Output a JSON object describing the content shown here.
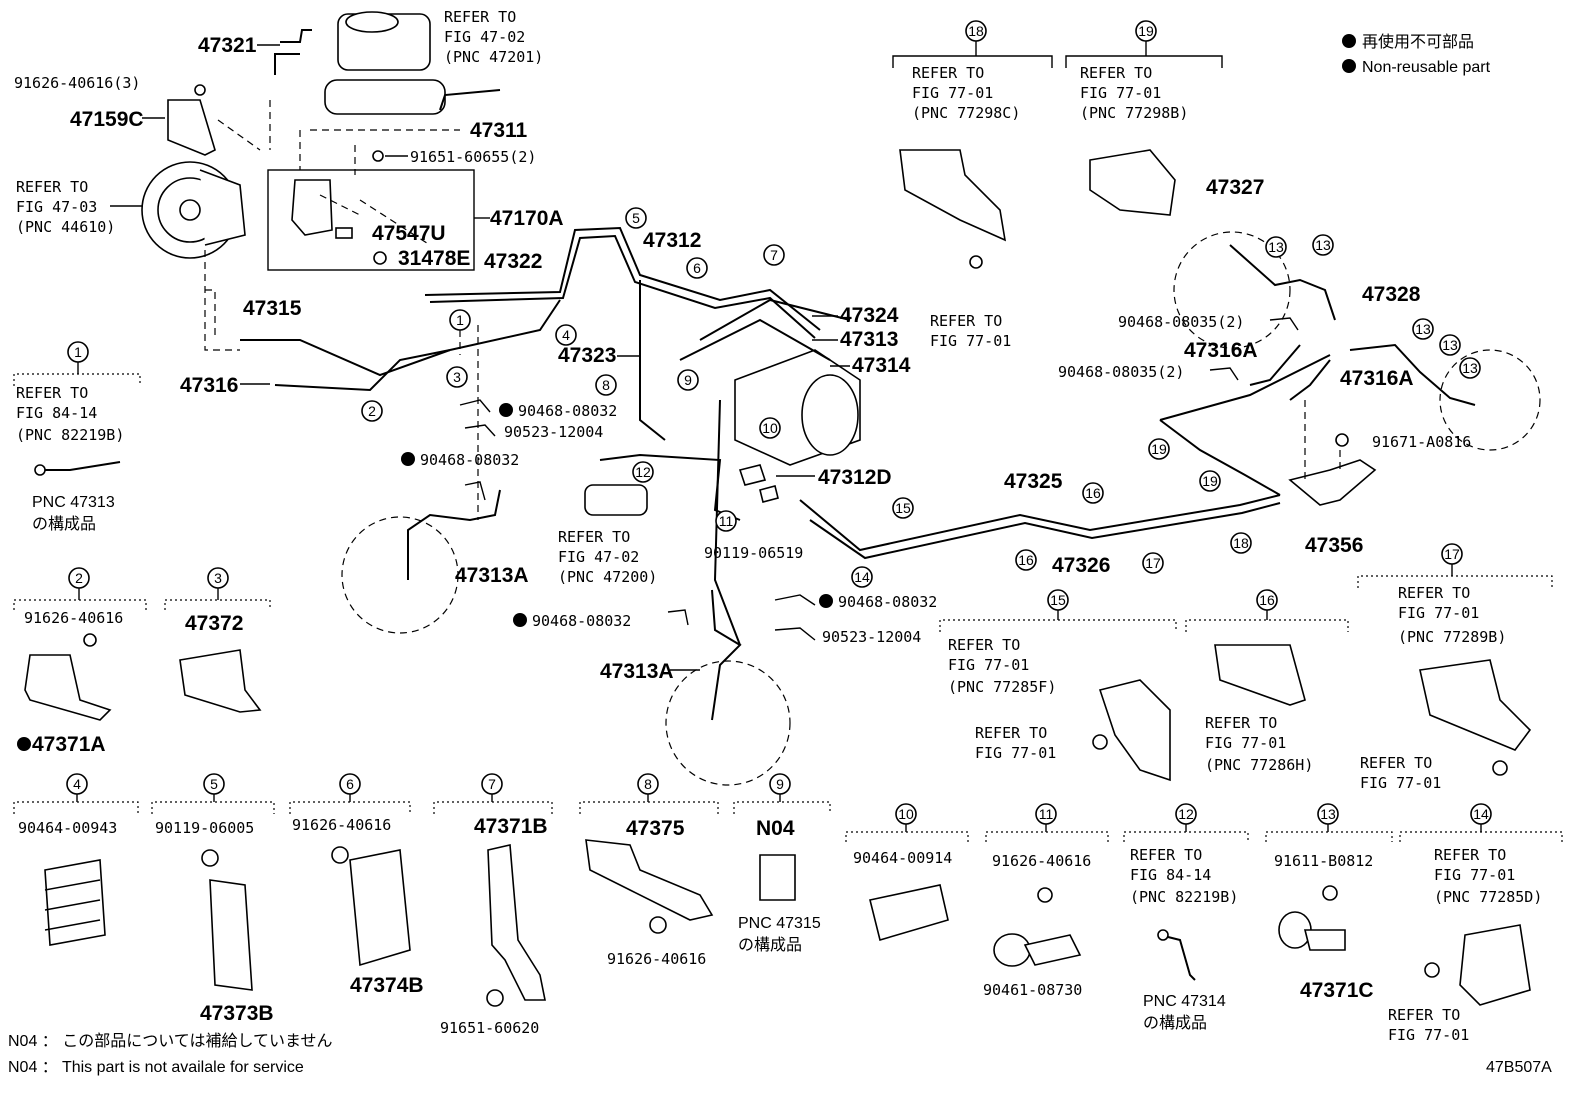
{
  "legend": {
    "non_reusable_jp": "再使用不可部品",
    "non_reusable_en": "Non-reusable part"
  },
  "footer": {
    "note_jp": "N04 ： この部品については補給していません",
    "note_en": "N04 ：  This part is not availale for service",
    "figure_code": "47B507A"
  },
  "labels": {
    "p47321": "47321",
    "p91626_3": "91626-40616(3)",
    "p47159c": "47159C",
    "refer_fig4702_a": "REFER TO",
    "refer_fig4702_b": "FIG 47-02",
    "refer_fig4702_c": "(PNC 47201)",
    "p47311": "47311",
    "p91651_2": "91651-60655(2)",
    "refer_fig4703_a": "REFER TO",
    "refer_fig4703_b": "FIG 47-03",
    "refer_fig4703_c": "(PNC 44610)",
    "p47547u": "47547U",
    "p31478e": "31478E",
    "p47170a": "47170A",
    "p47322": "47322",
    "p47312": "47312",
    "p47315": "47315",
    "p47316": "47316",
    "p47324": "47324",
    "p47313": "47313",
    "p47314": "47314",
    "p47323": "47323",
    "p90468_a": "90468-08032",
    "p90523_a": "90523-12004",
    "p90468_b": "90468-08032",
    "p47313a_a": "47313A",
    "p47312d": "47312D",
    "refer_fig4702b_a": "REFER TO",
    "refer_fig4702b_b": "FIG 47-02",
    "refer_fig4702b_c": "(PNC 47200)",
    "p90119_06519": "90119-06519",
    "p90468_c": "90468-08032",
    "p90523_b": "90523-12004",
    "p90468_d": "90468-08032",
    "p47313a_b": "47313A",
    "p47325": "47325",
    "p47326": "47326",
    "p47327": "47327",
    "p90468_2a": "90468-08035(2)",
    "p47316a_a": "47316A",
    "p90468_2b": "90468-08035(2)",
    "p47316a_b": "47316A",
    "p47328": "47328",
    "p91671": "91671-A0816",
    "p47356": "47356",
    "refer_18_a": "REFER TO",
    "refer_18_b": "FIG 77-01",
    "refer_18_c": "(PNC 77298C)",
    "refer_18_d": "REFER TO",
    "refer_18_e": "FIG 77-01",
    "refer_19_a": "REFER TO",
    "refer_19_b": "FIG 77-01",
    "refer_19_c": "(PNC 77298B)"
  },
  "detail_boxes": {
    "b1": {
      "num": "1",
      "l1": "REFER TO",
      "l2": "FIG 84-14",
      "l3": "(PNC 82219B)",
      "n1": "PNC 47313",
      "n2": "の構成品"
    },
    "b2": {
      "num": "2",
      "part": "91626-40616",
      "sub": "47371A"
    },
    "b3": {
      "num": "3",
      "part": "47372"
    },
    "b4": {
      "num": "4",
      "part": "90464-00943"
    },
    "b5": {
      "num": "5",
      "part": "90119-06005",
      "sub": "47373B"
    },
    "b6": {
      "num": "6",
      "part": "91626-40616",
      "sub": "47374B"
    },
    "b7": {
      "num": "7",
      "part": "47371B",
      "sub": "91651-60620"
    },
    "b8": {
      "num": "8",
      "part": "47375",
      "sub": "91626-40616"
    },
    "b9": {
      "num": "9",
      "part": "N04",
      "n1": "PNC 47315",
      "n2": "の構成品"
    },
    "b10": {
      "num": "10",
      "part": "90464-00914"
    },
    "b11": {
      "num": "11",
      "part": "91626-40616",
      "sub": "90461-08730"
    },
    "b12": {
      "num": "12",
      "l1": "REFER TO",
      "l2": "FIG 84-14",
      "l3": "(PNC 82219B)",
      "n1": "PNC 47314",
      "n2": "の構成品"
    },
    "b13": {
      "num": "13",
      "part": "91611-B0812",
      "sub": "47371C"
    },
    "b14": {
      "num": "14",
      "l1": "REFER TO",
      "l2": "FIG 77-01",
      "l3": "(PNC 77285D)",
      "l4": "REFER TO",
      "l5": "FIG 77-01"
    },
    "b15": {
      "num": "15",
      "l1": "REFER TO",
      "l2": "FIG 77-01",
      "l3": "(PNC 77285F)",
      "l4": "REFER TO",
      "l5": "FIG 77-01"
    },
    "b16": {
      "num": "16",
      "l1": "REFER TO",
      "l2": "FIG 77-01",
      "l3": "(PNC 77286H)"
    },
    "b17": {
      "num": "17",
      "l1": "REFER TO",
      "l2": "FIG 77-01",
      "l3": "(PNC 77289B)",
      "l4": "REFER TO",
      "l5": "FIG 77-01"
    },
    "b18": {
      "num": "18"
    },
    "b19": {
      "num": "19"
    }
  },
  "callouts": {
    "c1": "1",
    "c2": "2",
    "c3": "3",
    "c4": "4",
    "c5": "5",
    "c6": "6",
    "c7": "7",
    "c8": "8",
    "c9": "9",
    "c10": "10",
    "c11": "11",
    "c12": "12",
    "c13a": "13",
    "c13b": "13",
    "c13c": "13",
    "c13d": "13",
    "c13e": "13",
    "c14": "14",
    "c15": "15",
    "c16a": "16",
    "c16b": "16",
    "c17": "17",
    "c18": "18",
    "c19a": "19",
    "c19b": "19"
  }
}
